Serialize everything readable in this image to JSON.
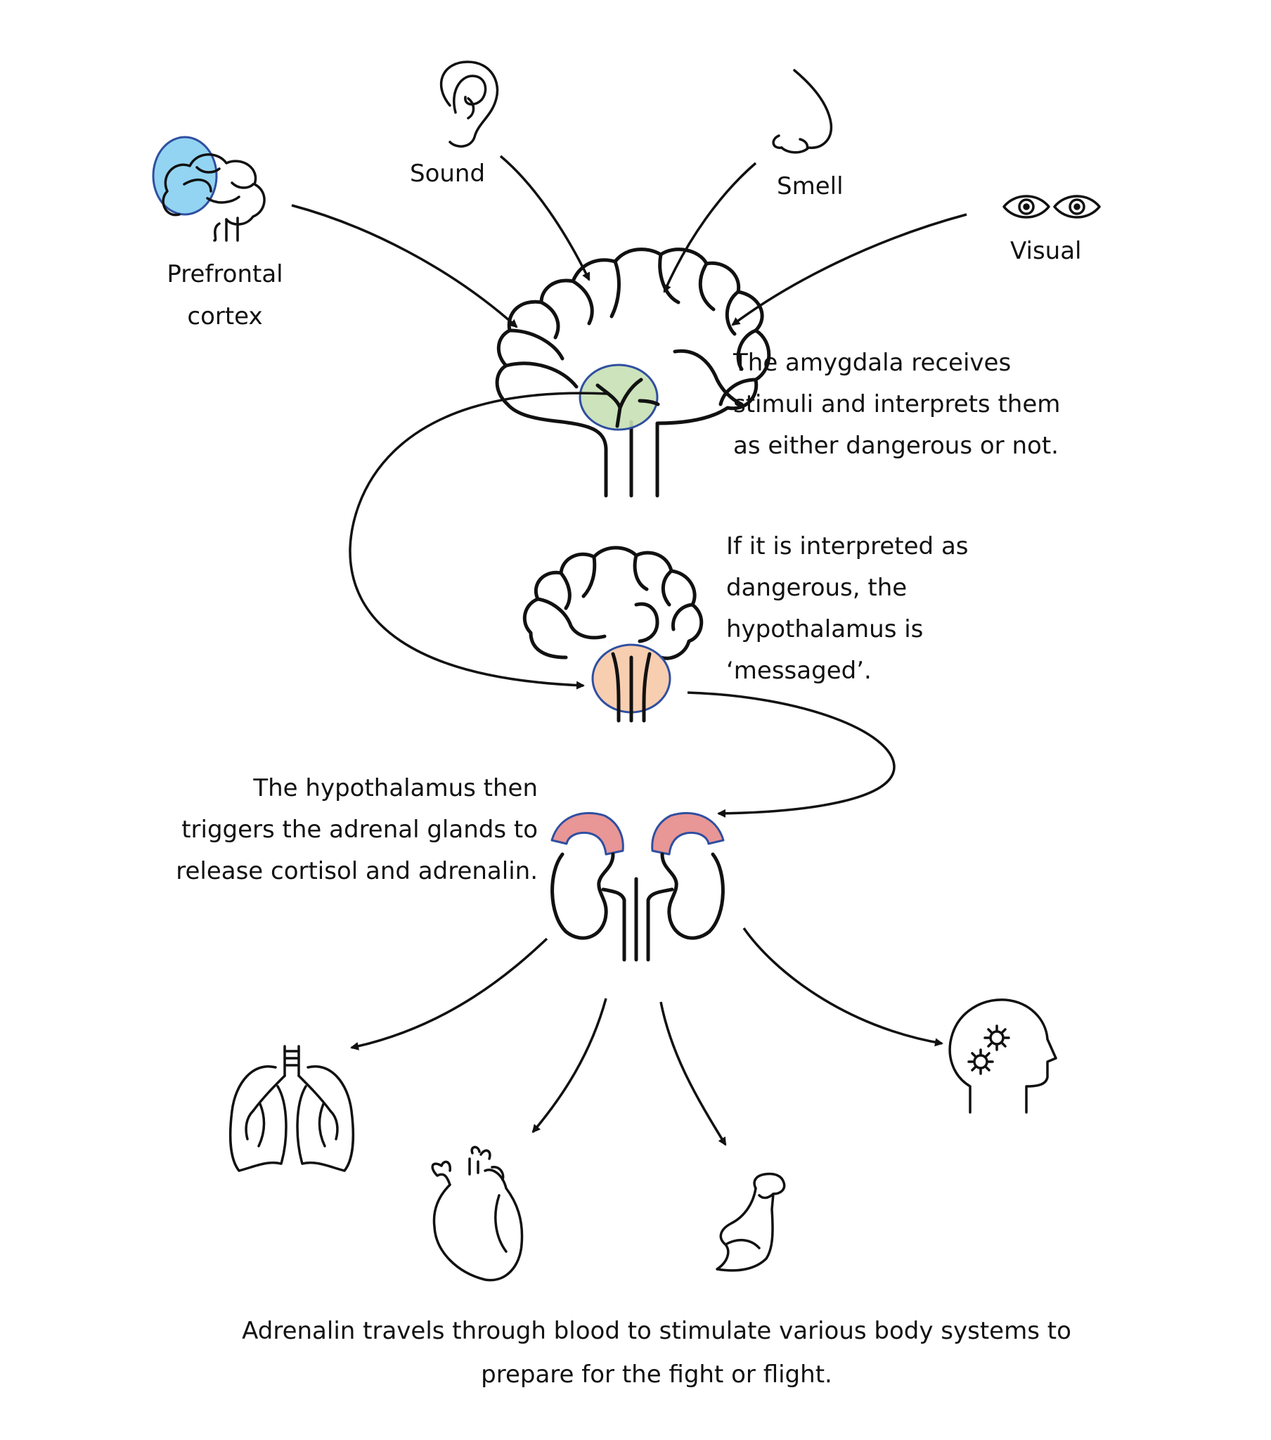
{
  "labels": {
    "prefrontal": [
      "Prefrontal",
      "cortex"
    ],
    "sound": "Sound",
    "smell": "Smell",
    "visual": "Visual"
  },
  "descriptions": {
    "amygdala": [
      "The amygdala receives",
      "stimuli and interprets them",
      "as either dangerous or not."
    ],
    "hypothalamus": [
      "If it is interpreted  as",
      "dangerous, the",
      "hypothalamus  is",
      "‘messaged’."
    ],
    "adrenal": [
      "The hypothalamus  then",
      "triggers the adrenal glands to",
      "release cortisol and adrenalin."
    ],
    "adrenalin": [
      "Adrenalin travels through blood to stimulate various body systems to",
      "prepare for the fight or flight."
    ]
  },
  "icons": [
    "brain-icon",
    "ear-icon",
    "nose-icon",
    "eyes-icon",
    "brain-amygdala-icon",
    "brain-hypothalamus-icon",
    "kidneys-icon",
    "lungs-icon",
    "heart-icon",
    "muscle-arm-icon",
    "head-gears-icon"
  ],
  "colors": {
    "prefrontal": "#7fcdf0",
    "amygdala": "#c6e0b4",
    "hypothalamus": "#f8cbad",
    "adrenal": "#e58b8b",
    "outline": "#2f4fa0",
    "stroke": "#111111"
  }
}
